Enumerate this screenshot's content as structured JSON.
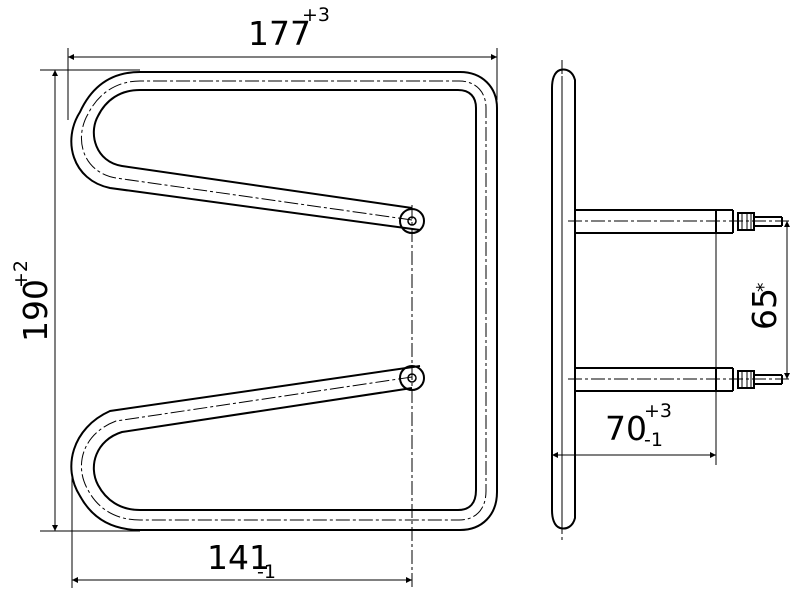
{
  "drawing": {
    "line_color": "#000000",
    "background": "#ffffff"
  },
  "dimensions": {
    "width_top": {
      "value": "177",
      "upper": "+3"
    },
    "height_left": {
      "value": "190",
      "upper": "+2"
    },
    "width_bottom": {
      "value": "141",
      "lower": "-1"
    },
    "pitch_right": {
      "value": "65",
      "mark": "*"
    },
    "depth_right": {
      "value": "70",
      "upper": "+3",
      "lower": "-1"
    }
  }
}
